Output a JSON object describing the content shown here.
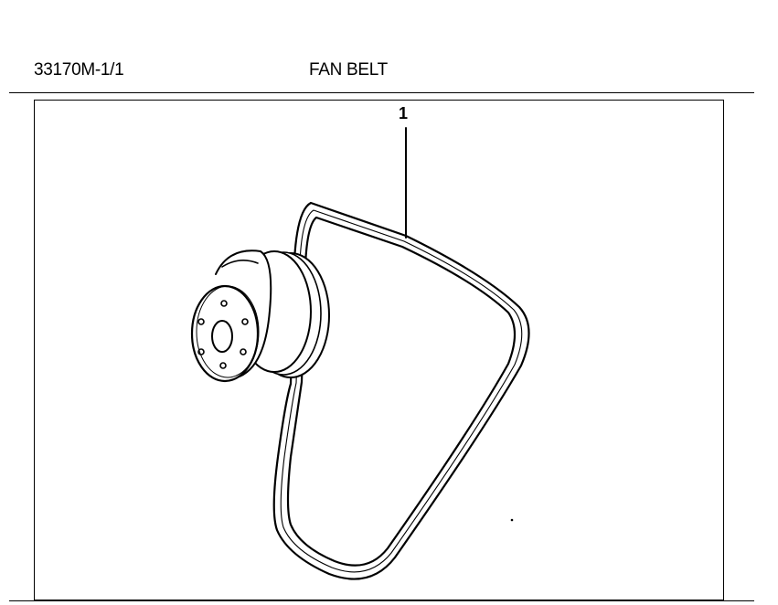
{
  "header": {
    "code": "33170M-1/1",
    "title": "FAN BELT"
  },
  "callouts": [
    {
      "number": "1"
    }
  ],
  "colors": {
    "ink": "#000000",
    "paper": "#ffffff"
  }
}
